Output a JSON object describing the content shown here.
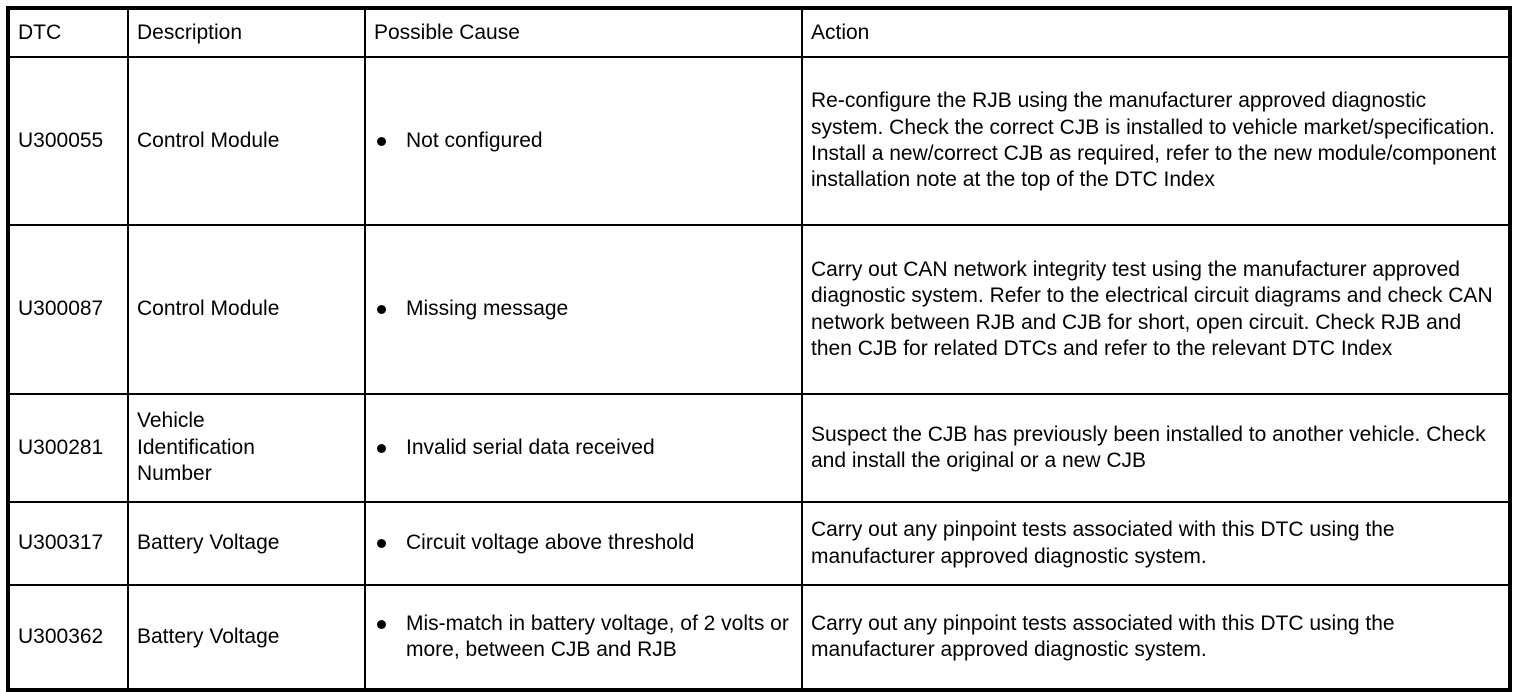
{
  "document": {
    "title": "DTC Index Table",
    "text_color": "#000000",
    "background_color": "#ffffff",
    "border_color": "#000000"
  },
  "table": {
    "columns": [
      {
        "key": "dtc",
        "label": "DTC"
      },
      {
        "key": "description",
        "label": "Description"
      },
      {
        "key": "possible_cause",
        "label": "Possible Cause"
      },
      {
        "key": "action",
        "label": "Action"
      }
    ],
    "rows": [
      {
        "dtc": "U300055",
        "description": "Control Module",
        "possible_causes": [
          "Not configured"
        ],
        "action": "Re-configure the RJB using the manufacturer approved diagnostic system. Check the correct CJB is installed to vehicle market/specification. Install a new/correct CJB as required, refer to the new module/component installation note at the top of the DTC Index"
      },
      {
        "dtc": "U300087",
        "description": "Control Module",
        "possible_causes": [
          "Missing message"
        ],
        "action": "Carry out CAN network integrity test using the manufacturer approved diagnostic system. Refer to the electrical circuit diagrams and check CAN network between RJB and CJB for short, open circuit. Check RJB and then CJB for related DTCs and refer to the relevant DTC Index"
      },
      {
        "dtc": "U300281",
        "description": "Vehicle\nIdentification\nNumber",
        "possible_causes": [
          "Invalid serial data received"
        ],
        "action": "Suspect the CJB has previously been installed to another vehicle. Check and install the original or a new CJB"
      },
      {
        "dtc": "U300317",
        "description": "Battery Voltage",
        "possible_causes": [
          "Circuit voltage above threshold"
        ],
        "action": "Carry out any pinpoint tests associated with this DTC using the manufacturer approved diagnostic system."
      },
      {
        "dtc": "U300362",
        "description": "Battery Voltage",
        "possible_causes": [
          "Mis-match in battery voltage, of 2 volts or more, between CJB and RJB"
        ],
        "action": "Carry out any pinpoint tests associated with this DTC using the manufacturer approved diagnostic system."
      }
    ]
  }
}
